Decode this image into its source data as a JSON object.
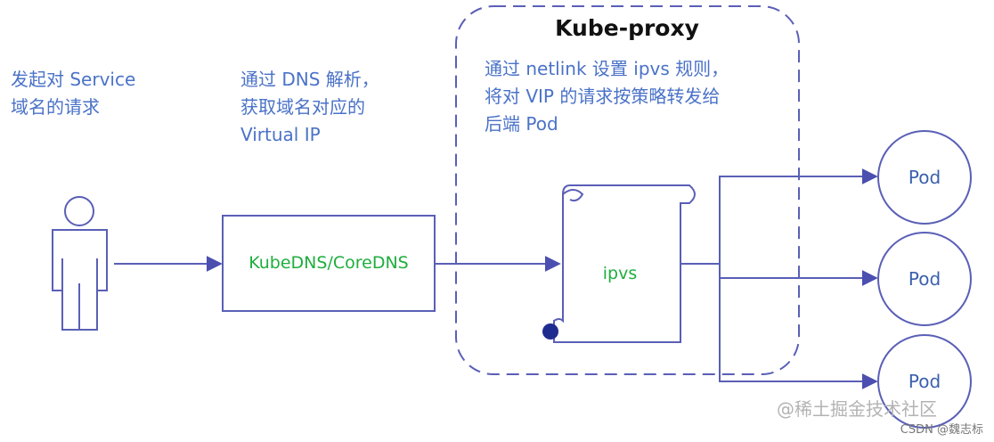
{
  "steps": {
    "client_caption": [
      "发起对 Service",
      "域名的请求"
    ],
    "dns_caption": [
      "通过 DNS 解析，",
      "获取域名对应的",
      "Virtual IP"
    ],
    "proxy_caption": [
      "通过 netlink 设置 ipvs 规则，",
      "将对 VIP 的请求按策略转发给",
      "后端 Pod"
    ]
  },
  "proxy": {
    "title": "Kube-proxy"
  },
  "dns_box": {
    "label": "KubeDNS/CoreDNS"
  },
  "ipvs": {
    "label": "ipvs"
  },
  "pods": [
    {
      "label": "Pod"
    },
    {
      "label": "Pod"
    },
    {
      "label": "Pod"
    }
  ],
  "watermark": "@稀土掘金技术社区",
  "credit": "CSDN @魏志标",
  "colors": {
    "line": "#5a5fb6",
    "caption_text": "#4a72c8",
    "component_text": "#1fae3e",
    "pod_text": "#3b5fae",
    "box_border": "#5a5fb6"
  }
}
